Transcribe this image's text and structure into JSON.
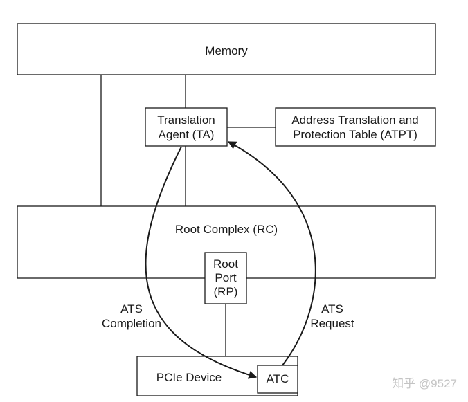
{
  "memory": {
    "label": "Memory"
  },
  "translation_agent": {
    "line1": "Translation",
    "line2": "Agent (TA)"
  },
  "atpt": {
    "line1": "Address Translation and",
    "line2": "Protection Table (ATPT)"
  },
  "root_complex": {
    "label": "Root Complex (RC)"
  },
  "root_port": {
    "line1": "Root",
    "line2": "Port",
    "line3": "(RP)"
  },
  "ats_completion": {
    "line1": "ATS",
    "line2": "Completion"
  },
  "ats_request": {
    "line1": "ATS",
    "line2": "Request"
  },
  "pcie_device": {
    "label": "PCIe Device"
  },
  "atc": {
    "label": "ATC"
  },
  "watermark": {
    "text": "知乎 @9527"
  }
}
